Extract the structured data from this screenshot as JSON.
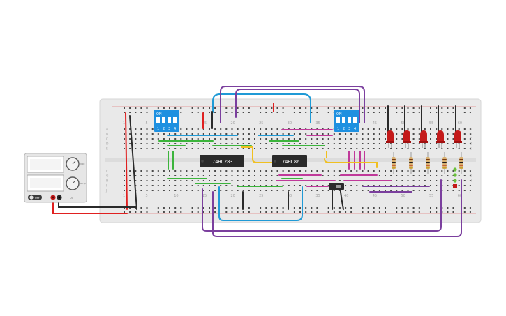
{
  "breadboard": {
    "column_numbers": [
      "1",
      "5",
      "10",
      "15",
      "20",
      "25",
      "30",
      "35",
      "40",
      "45",
      "50",
      "55",
      "60"
    ],
    "row_letters_top": [
      "A",
      "B",
      "C",
      "D",
      "E"
    ],
    "row_letters_bottom": [
      "F",
      "G",
      "H",
      "I",
      "J"
    ]
  },
  "chips": [
    {
      "label": "74HC283"
    },
    {
      "label": "74HC86"
    }
  ],
  "dip_switches": [
    {
      "on_label": "ON",
      "positions": [
        "1",
        "2",
        "3",
        "4"
      ]
    },
    {
      "on_label": "ON",
      "positions": [
        "1",
        "2",
        "3",
        "4"
      ]
    }
  ],
  "power_supply": {
    "knob_labels": [
      "volt",
      "amp"
    ],
    "button_label": "OFF",
    "brand": "DC"
  },
  "colors": {
    "board": "#e9e9e9",
    "wire_red": "#e02020",
    "wire_black": "#2a2a2a",
    "wire_purple": "#7b3f9e",
    "wire_blue": "#1f9ad6",
    "wire_green": "#3cb43c",
    "wire_magenta": "#c03a9a",
    "wire_yellow": "#f0c020",
    "chip_body": "#2a2a2a",
    "dip_body": "#1e90e0",
    "led_red": "#c41a1a"
  },
  "leds": {
    "count": 5
  },
  "resistors": {
    "count": 5
  }
}
